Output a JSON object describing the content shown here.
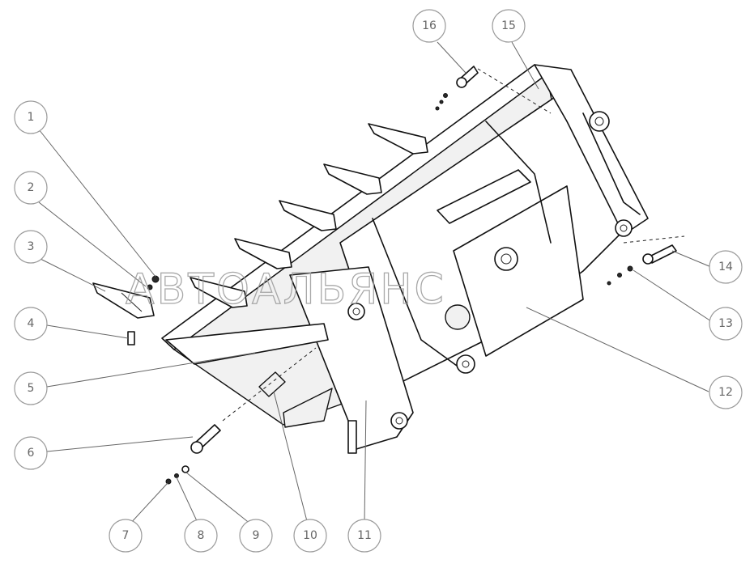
{
  "watermark": "АВТОАЛЬЯНС",
  "callouts": [
    "1",
    "2",
    "3",
    "4",
    "5",
    "6",
    "7",
    "8",
    "9",
    "10",
    "11",
    "12",
    "13",
    "14",
    "15",
    "16"
  ]
}
